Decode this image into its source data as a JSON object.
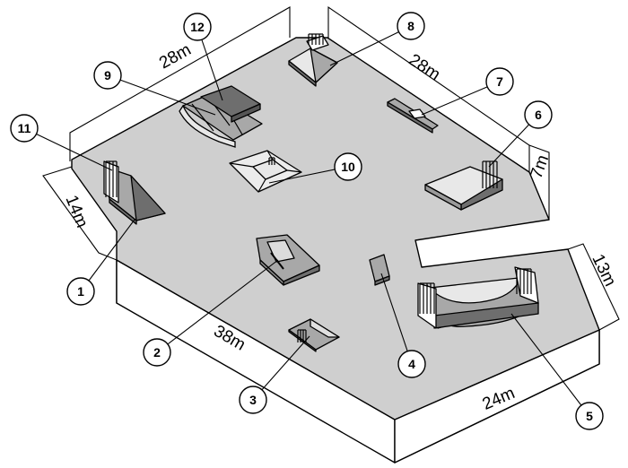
{
  "colors": {
    "floor": "#cfcfcf",
    "slab_side": "#ffffff",
    "outline": "#000000",
    "ramp_light": "#e8e8e8",
    "ramp_mid": "#a8a8a8",
    "ramp_dark": "#6e6e6e"
  },
  "dimensions": [
    "28m",
    "28m",
    "7m",
    "14m",
    "38m",
    "13m",
    "24m"
  ],
  "callouts": [
    "1",
    "2",
    "3",
    "4",
    "5",
    "6",
    "7",
    "8",
    "9",
    "10",
    "11",
    "12"
  ]
}
